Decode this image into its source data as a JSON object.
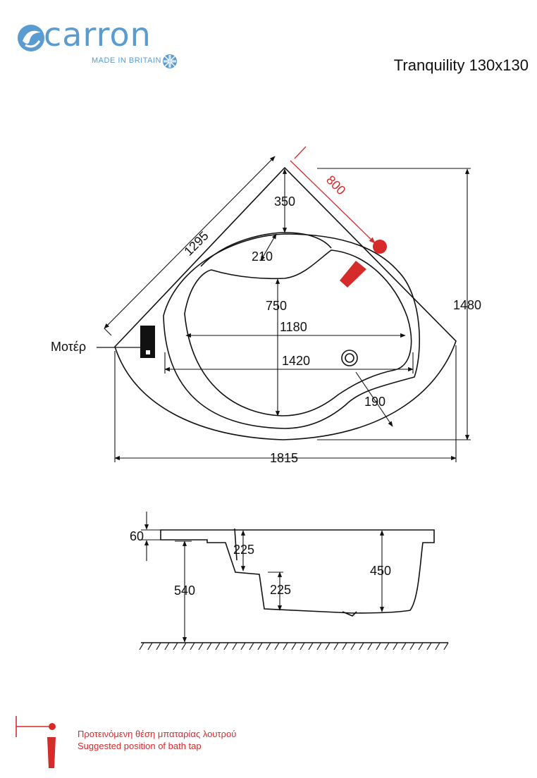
{
  "header": {
    "brand": "carron",
    "tagline": "MADE IN BRITAIN",
    "product_title": "Tranquility 130x130"
  },
  "plan": {
    "dim_top_depth": "350",
    "dim_seat": "210",
    "dim_inner_depth": "750",
    "dim_inner_width": "1180",
    "dim_outer_width": "1420",
    "dim_rim": "190",
    "dim_side_length": "1295",
    "dim_tap_distance": "800",
    "dim_overall_depth": "1480",
    "dim_overall_width": "1815",
    "motor_label": "Μοτέρ"
  },
  "section": {
    "dim_rim_thickness": "60",
    "dim_floor_height": "540",
    "dim_step_upper": "225",
    "dim_step_lower": "225",
    "dim_inner_height": "450"
  },
  "legend": {
    "text_greek": "Προτεινόμενη θέση μπαταρίας λουτρού",
    "text_english": "Suggested position of bath tap"
  },
  "colors": {
    "brand_blue": "#5a9bd0",
    "tap_red": "#d52b2b",
    "line": "#111111"
  }
}
